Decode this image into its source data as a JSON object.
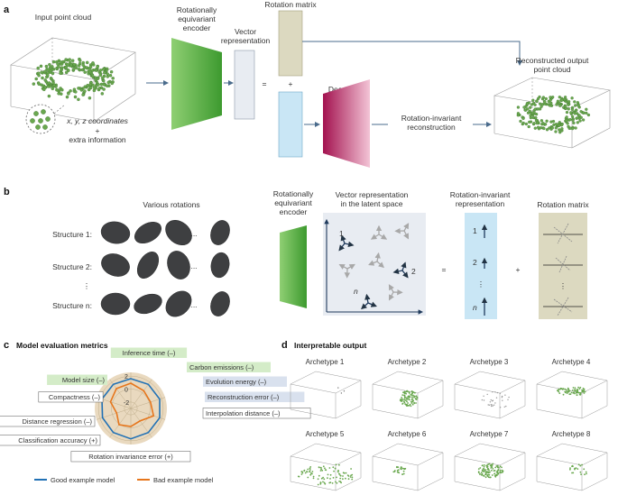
{
  "colors": {
    "green": "#6aa84f",
    "green_light": "#c6e7b5",
    "blue_box": "#c9e6f5",
    "olive_box": "#dcd9c0",
    "magenta": "#b5175e",
    "grey_box": "#e8ecf2",
    "arrow": "#4a6b8c",
    "good": "#2171b5",
    "bad": "#e6761c",
    "radar_fill": "#e9d9bf",
    "tag_green": "#d4ecc8",
    "tag_blue": "#d9e1ee"
  },
  "panel_a": {
    "letter": "a",
    "input_label": "Input point cloud",
    "encoder_label": "Rotationally equivariant encoder",
    "vector_label": "Vector representation",
    "rotation_label": "Rotation matrix",
    "equals": "=",
    "plus": "+",
    "decoder_label": "Decoder",
    "coords_label": "x, y, z coordinates",
    "coords_plus": "+",
    "coords_extra": "extra information",
    "invariant_label": "Rotation-invariant reconstruction",
    "output_label": "Reconstructed output point cloud"
  },
  "panel_b": {
    "letter": "b",
    "rotations_label": "Various rotations",
    "structures": [
      "Structure 1:",
      "Structure 2:",
      "⋮",
      "Structure n:"
    ],
    "row_dots": "...",
    "encoder_label": "Rotationally equivariant encoder",
    "latent_label": "Vector representation in the latent space",
    "invariant_label": "Rotation-invariant representation",
    "rotation_label": "Rotation matrix",
    "latent_vectors": [
      "1",
      "2",
      "n"
    ],
    "invariant_items": [
      "1",
      "2",
      "⋮",
      "n"
    ],
    "equals": "=",
    "plus": "+"
  },
  "panel_c": {
    "letter": "c",
    "title": "Model evaluation metrics",
    "metrics": [
      "Inference time (–)",
      "Carbon emissions (–)",
      "Evolution energy (–)",
      "Reconstruction error (–)",
      "Interpolation distance (–)",
      "Rotation invariance error (+)",
      "Classification accuracy (+)",
      "Distance regression (–)",
      "Compactness (–)",
      "Model size (–)"
    ],
    "ticks": [
      "2",
      "0",
      "-2"
    ],
    "legend": [
      {
        "label": "Good example model",
        "color": "#2171b5"
      },
      {
        "label": "Bad example model",
        "color": "#e6761c"
      }
    ],
    "good_values": [
      1.6,
      1.6,
      1.7,
      1.7,
      1.6,
      1.7,
      1.6,
      1.6,
      1.7,
      1.6
    ],
    "bad_values": [
      0.9,
      0.4,
      0.2,
      0.7,
      -0.6,
      -0.2,
      0.1,
      -0.7,
      0.3,
      0.8
    ]
  },
  "panel_d": {
    "letter": "d",
    "title": "Interpretable output",
    "archetypes": [
      "Archetype 1",
      "Archetype 2",
      "Archetype 3",
      "Archetype 4",
      "Archetype 5",
      "Archetype 6",
      "Archetype 7",
      "Archetype 8"
    ]
  }
}
